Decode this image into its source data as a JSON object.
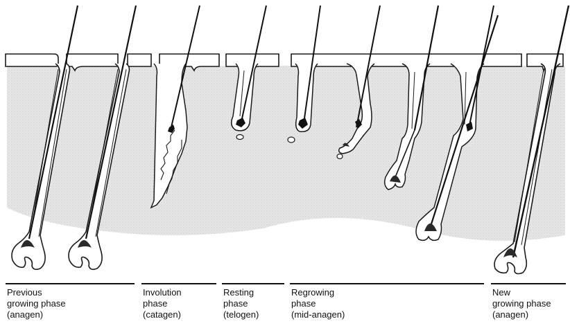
{
  "colors": {
    "skin": "#e4e4e4",
    "outline": "#1a1a1a",
    "hair": "#111111",
    "papilla": "#2a2a2a"
  },
  "phases": [
    {
      "label": "Previous\ngrowing phase\n(anagen)"
    },
    {
      "label": "Involution\nphase\n(catagen)"
    },
    {
      "label": "Resting\nphase\n(telogen)"
    },
    {
      "label": "Regrowing\nphase\n(mid-anagen)"
    },
    {
      "label": "New\ngrowing phase\n(anagen)"
    }
  ]
}
